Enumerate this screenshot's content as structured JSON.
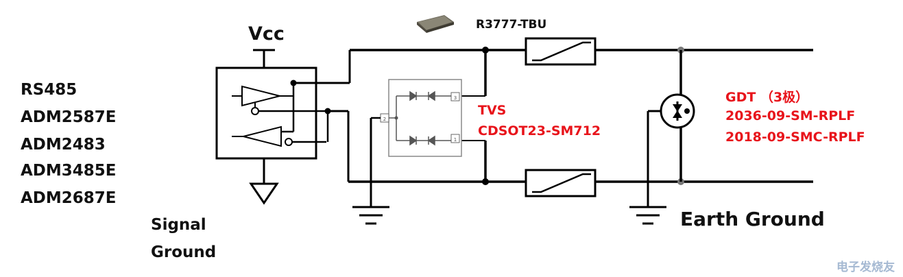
{
  "device_list": [
    "RS485",
    "ADM2587E",
    "ADM2483",
    "ADM3485E",
    "ADM2687E"
  ],
  "vcc_label": "Vcc",
  "signal_ground": [
    "Signal",
    "Ground"
  ],
  "tbu_label": "R3777-TBU",
  "tvs": [
    "TVS",
    "CDSOT23-SM712"
  ],
  "gdt": [
    "GDT （3极）",
    "2036-09-SM-RPLF",
    "2018-09-SMC-RPLF"
  ],
  "earth_ground": "Earth Ground",
  "watermark": "电子发烧友",
  "pin_labels": [
    "3",
    "1",
    "2"
  ],
  "colors": {
    "wire": "#000000",
    "red_text": "#e8141b"
  }
}
